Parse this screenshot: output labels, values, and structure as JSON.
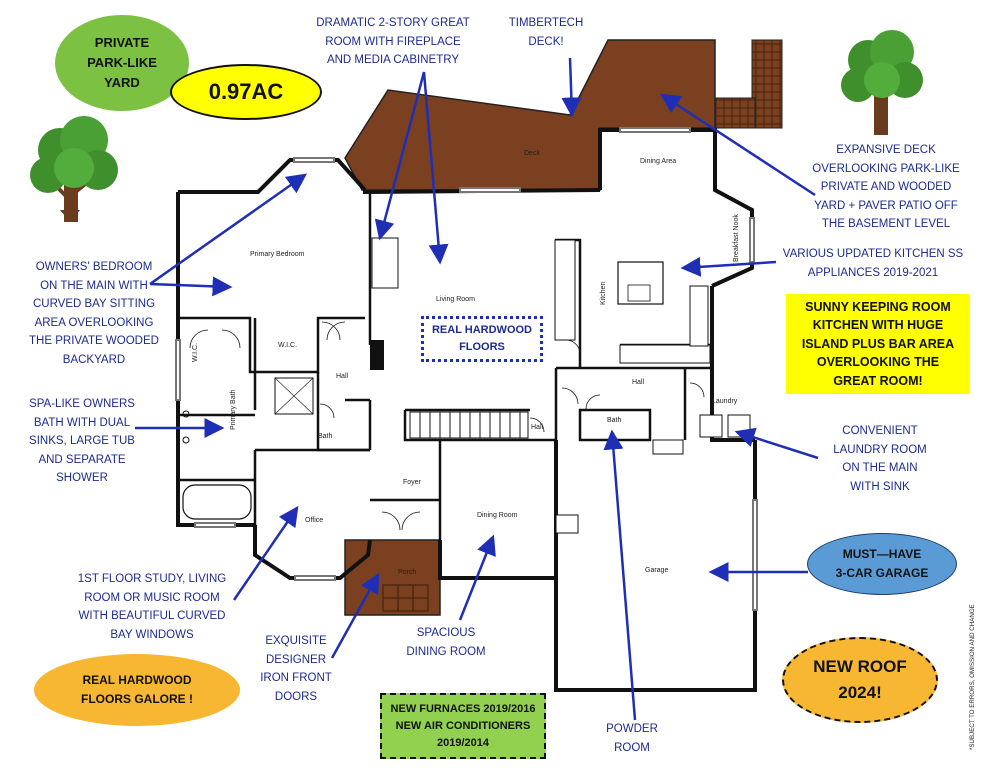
{
  "badges": {
    "private_yard": "PRIVATE\nPARK-LIKE\nYARD",
    "acreage": "0.97AC",
    "hardwood_galore": "REAL HARDWOOD\nFLOORS GALORE !",
    "furnaces": "NEW FURNACES 2019/2016\nNEW AIR CONDITIONERS\n2019/2014",
    "roof": "NEW ROOF\n2024!",
    "garage": "MUST—HAVE\n3-CAR GARAGE",
    "keeping_room": "SUNNY KEEPING ROOM\nKITCHEN WITH HUGE\nISLAND PLUS BAR AREA\nOVERLOOKING THE\nGREAT ROOM!",
    "hardwood_floors": "REAL HARDWOOD\nFLOORS"
  },
  "callouts": {
    "great_room": "DRAMATIC 2-STORY GREAT\nROOM WITH FIREPLACE\nAND MEDIA CABINETRY",
    "deck": "TIMBERTECH\nDECK!",
    "expansive_deck": "EXPANSIVE DECK\nOVERLOOKING PARK-LIKE\nPRIVATE AND WOODED\nYARD + PAVER PATIO OFF\nTHE BASEMENT LEVEL",
    "kitchen_ss": "VARIOUS UPDATED KITCHEN SS\nAPPLIANCES 2019-2021",
    "owners_bedroom": "OWNERS' BEDROOM\nON THE MAIN WITH\nCURVED BAY SITTING\nAREA OVERLOOKING\nTHE PRIVATE WOODED\nBACKYARD",
    "owners_bath": "SPA-LIKE OWNERS\nBATH WITH DUAL\nSINKS, LARGE TUB\nAND SEPARATE\nSHOWER",
    "laundry": "CONVENIENT\nLAUNDRY ROOM\nON THE MAIN\nWITH SINK",
    "study": "1ST FLOOR STUDY, LIVING\nROOM OR MUSIC ROOM\nWITH BEAUTIFUL CURVED\nBAY WINDOWS",
    "front_doors": "EXQUISITE\nDESIGNER\nIRON FRONT\nDOORS",
    "dining": "SPACIOUS\nDINING ROOM",
    "powder": "POWDER\nROOM"
  },
  "rooms": {
    "deck": "Deck",
    "dining_area": "Dining Area",
    "breakfast_nook": "Breakfast Nook",
    "primary_bedroom": "Primary Bedroom",
    "living_room": "Living Room",
    "kitchen": "Kitchen",
    "wic_left": "W.I.C.",
    "wic_right": "W.I.C.",
    "hall_left": "Hall",
    "hall_right": "Hall",
    "hall_mid": "Hall",
    "primary_bath": "Primary Bath",
    "bath_left": "Bath",
    "bath_right": "Bath",
    "laundry": "Laundry",
    "foyer": "Foyer",
    "office": "Office",
    "dining_room": "Dining Room",
    "garage": "Garage",
    "porch": "Porch"
  },
  "disclaimer": "*SUBJECT TO ERRORS, OMISSION AND CHANGE",
  "colors": {
    "callout_text": "#1d2b8f",
    "arrow": "#1f2fb5",
    "deck_brown": "#7a4020",
    "badge_green": "#7dc142",
    "badge_yellow": "#ffff00",
    "badge_orange": "#f7b733",
    "badge_blue": "#5b9bd5",
    "furnace_green": "#92d050",
    "tree_green": "#3f8f2c",
    "trunk_brown": "#6b3b1e"
  }
}
